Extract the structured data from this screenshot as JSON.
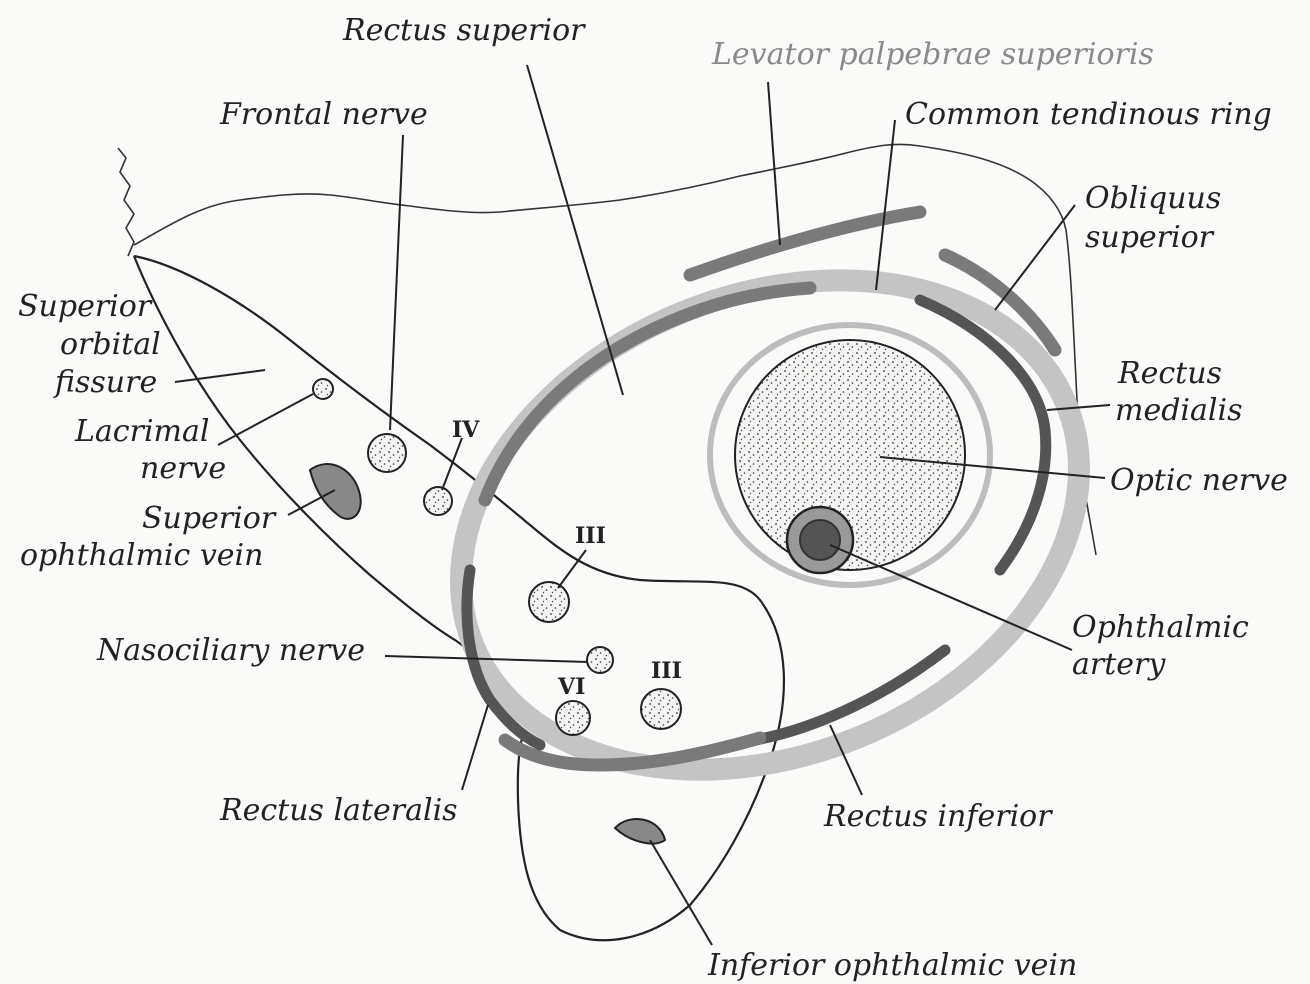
{
  "labels": {
    "rectus_superior": "Rectus superior",
    "levator_palpebrae_superioris": "Levator palpebrae superioris",
    "frontal_nerve": "Frontal nerve",
    "common_tendinous_ring": "Common tendinous ring",
    "obliquus_superior_line1": "Obliquus",
    "obliquus_superior_line2": "superior",
    "superior_orbital_fissure_line1": "Superior",
    "superior_orbital_fissure_line2": "orbital",
    "superior_orbital_fissure_line3": "fissure",
    "lacrimal_nerve_line1": "Lacrimal",
    "lacrimal_nerve_line2": "nerve",
    "superior_ophthalmic_vein_line1": "Superior",
    "superior_ophthalmic_vein_line2": "ophthalmic vein",
    "rectus_medialis_line1": "Rectus",
    "rectus_medialis_line2": "medialis",
    "optic_nerve": "Optic nerve",
    "ophthalmic_artery_line1": "Ophthalmic",
    "ophthalmic_artery_line2": "artery",
    "nasociliary_nerve": "Nasociliary nerve",
    "rectus_lateralis": "Rectus lateralis",
    "rectus_inferior": "Rectus inferior",
    "inferior_ophthalmic_vein": "Inferior ophthalmic vein"
  },
  "cranial_nerve_numerals": {
    "trochlear": "IV",
    "oculomotor_superior": "III",
    "oculomotor_inferior": "III",
    "abducens": "VI"
  }
}
